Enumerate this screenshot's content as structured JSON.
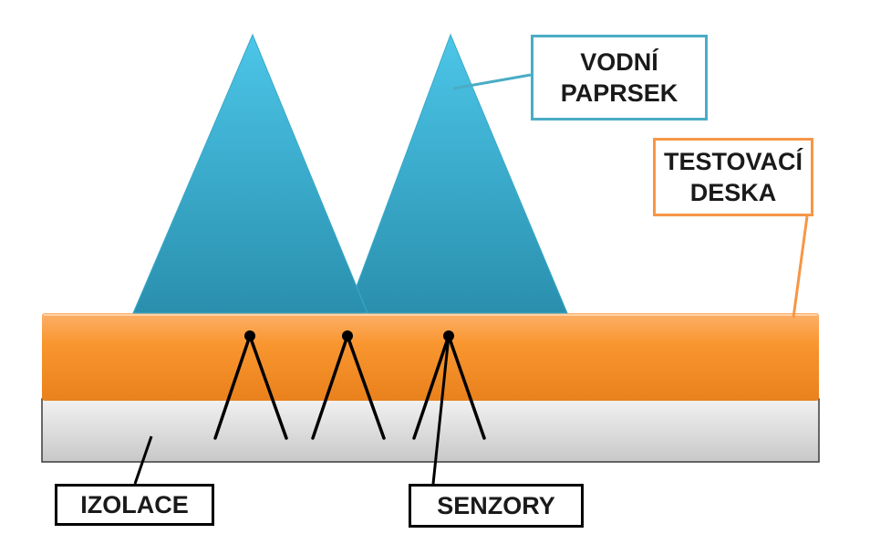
{
  "labels": {
    "water_jet": [
      "VODNÍ",
      "PAPRSEK"
    ],
    "test_plate": [
      "TESTOVACÍ",
      "DESKA"
    ],
    "insulation": "IZOLACE",
    "sensors": "SENZORY"
  },
  "colors": {
    "water_jet_top": "#4cc6e8",
    "water_jet_bottom": "#2a8fae",
    "plate_top": "#fdb06a",
    "plate_mid": "#f9962f",
    "plate_bottom": "#e9811c",
    "insulation_top": "#f2f2f2",
    "insulation_bottom": "#c8c8c8",
    "water_jet_border": "#4bacc6",
    "test_plate_border": "#f79646",
    "label_border": "#000000",
    "sensor": "#000000"
  }
}
